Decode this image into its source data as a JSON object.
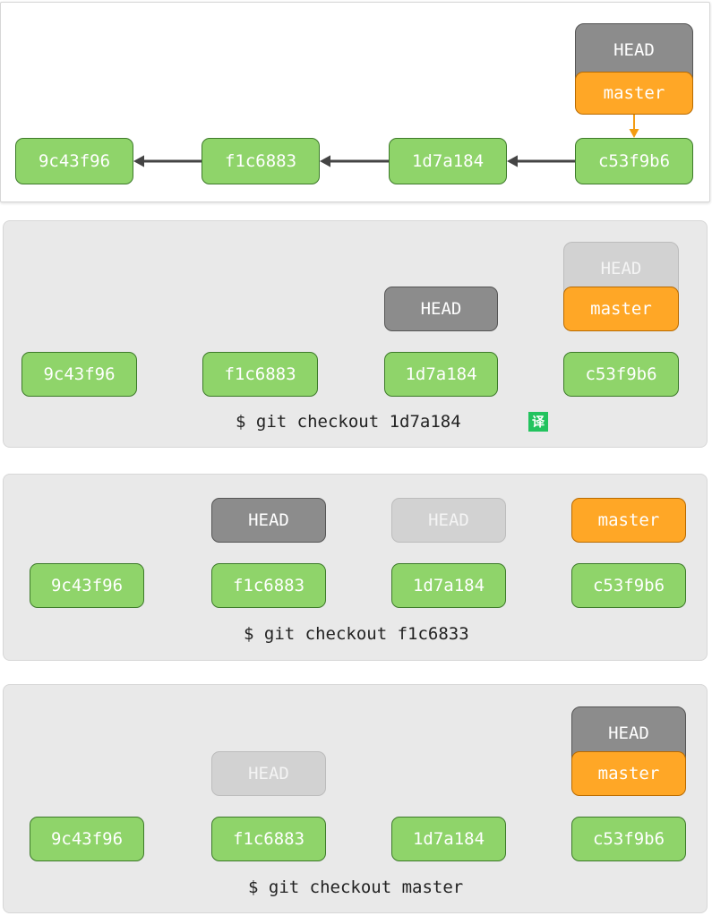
{
  "colors": {
    "commit_fill": "#8fd46a",
    "commit_border": "#3d7a2a",
    "head_fill": "#8c8c8c",
    "head_ghost_fill": "#d2d2d2",
    "master_fill": "#ffa726",
    "arrow": "#444444",
    "pointer_arrow_head": "#777777",
    "pointer_arrow_master": "#f39c12",
    "ghost_arrow": "#c0c0c0",
    "translate_badge": "#22c35e"
  },
  "labels": {
    "head": "HEAD",
    "master": "master"
  },
  "commits": [
    "9c43f96",
    "f1c6883",
    "1d7a184",
    "c53f9b6"
  ],
  "panels": [
    {
      "command": ""
    },
    {
      "command": "$ git checkout 1d7a184",
      "badge": "译"
    },
    {
      "command": "$ git checkout f1c6833"
    },
    {
      "command": "$ git checkout master"
    }
  ]
}
